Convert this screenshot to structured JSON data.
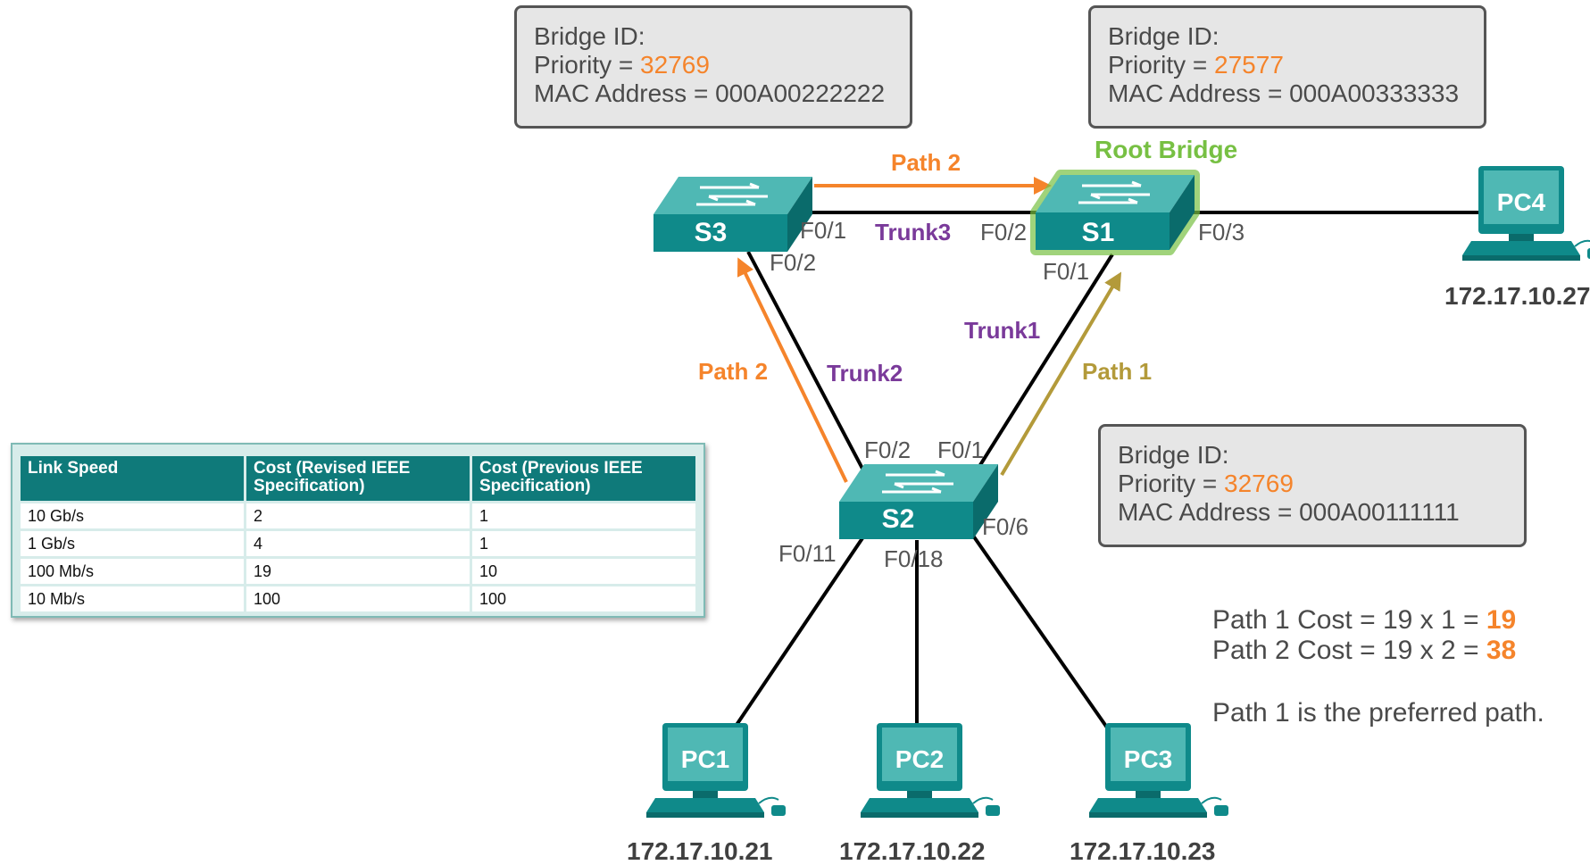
{
  "bridges": {
    "s3": {
      "title": "Bridge ID:",
      "priority_label": "Priority = ",
      "priority": "32769",
      "mac": "MAC Address = 000A00222222"
    },
    "s1": {
      "title": "Bridge ID:",
      "priority_label": "Priority = ",
      "priority": "27577",
      "mac": "MAC Address = 000A00333333"
    },
    "s2": {
      "title": "Bridge ID:",
      "priority_label": "Priority = ",
      "priority": "32769",
      "mac": "MAC Address = 000A00111111"
    }
  },
  "switches": {
    "s1": "S1",
    "s2": "S2",
    "s3": "S3"
  },
  "root_bridge_label": "Root Bridge",
  "pcs": {
    "pc1": {
      "name": "PC1",
      "ip": "172.17.10.21"
    },
    "pc2": {
      "name": "PC2",
      "ip": "172.17.10.22"
    },
    "pc3": {
      "name": "PC3",
      "ip": "172.17.10.23"
    },
    "pc4": {
      "name": "PC4",
      "ip": "172.17.10.27"
    }
  },
  "ports": {
    "s3_f01": "F0/1",
    "s3_f02": "F0/2",
    "s1_f02": "F0/2",
    "s1_f03": "F0/3",
    "s1_f01": "F0/1",
    "s2_f02": "F0/2",
    "s2_f01": "F0/1",
    "s2_f06": "F0/6",
    "s2_f011": "F0/11",
    "s2_f018": "F0/18"
  },
  "trunks": {
    "trunk1": "Trunk1",
    "trunk2": "Trunk2",
    "trunk3": "Trunk3"
  },
  "paths": {
    "path2_top": "Path 2",
    "path2_left": "Path 2",
    "path1": "Path 1"
  },
  "cost_table": {
    "headers": [
      "Link Speed",
      "Cost (Revised IEEE Specification)",
      "Cost (Previous IEEE Specification)"
    ],
    "rows": [
      [
        "10 Gb/s",
        "2",
        "1"
      ],
      [
        "1 Gb/s",
        "4",
        "1"
      ],
      [
        "100 Mb/s",
        "19",
        "10"
      ],
      [
        "10 Mb/s",
        "100",
        "100"
      ]
    ]
  },
  "calc": {
    "path1_label": "Path 1 Cost = 19 x 1 = ",
    "path1_value": "19",
    "path2_label": "Path 2 Cost = 19 x 2 = ",
    "path2_value": "38",
    "conclusion": "Path 1 is the preferred path."
  },
  "colors": {
    "teal": "#0f8a8a",
    "orange": "#f5842b",
    "olive": "#b39a3a",
    "purple": "#7a3a9a",
    "root_green": "#77c043"
  },
  "icons": {
    "switch": "switch-icon",
    "pc": "pc-icon"
  }
}
